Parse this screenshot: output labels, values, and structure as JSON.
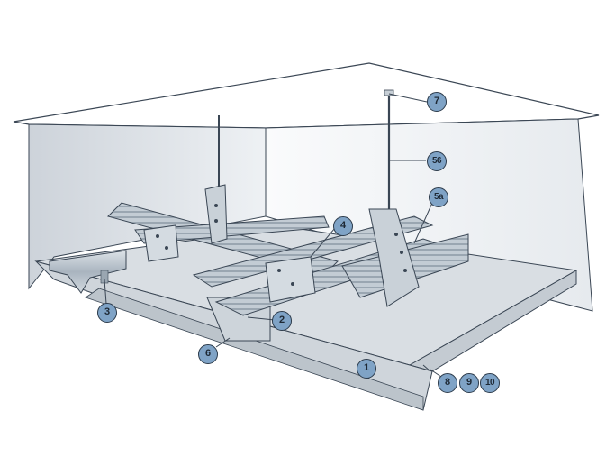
{
  "callouts": [
    {
      "id": "c1",
      "label": "1"
    },
    {
      "id": "c2",
      "label": "2"
    },
    {
      "id": "c3",
      "label": "3"
    },
    {
      "id": "c4",
      "label": "4"
    },
    {
      "id": "c5a",
      "label": "5a"
    },
    {
      "id": "c56",
      "label": "56"
    },
    {
      "id": "c6",
      "label": "6"
    },
    {
      "id": "c7",
      "label": "7"
    },
    {
      "id": "c8",
      "label": "8"
    },
    {
      "id": "c9",
      "label": "9"
    },
    {
      "id": "c10",
      "label": "10"
    }
  ],
  "colors": {
    "wall": "#dfe4e9",
    "wall_light": "#f4f6f8",
    "board": "#d6dbe0",
    "board_edge": "#c4cbd2",
    "metal": "#b9c3cc",
    "metal_dark": "#8e9aa6",
    "callout_fill": "#7fa3c6",
    "line": "#3a4654"
  }
}
